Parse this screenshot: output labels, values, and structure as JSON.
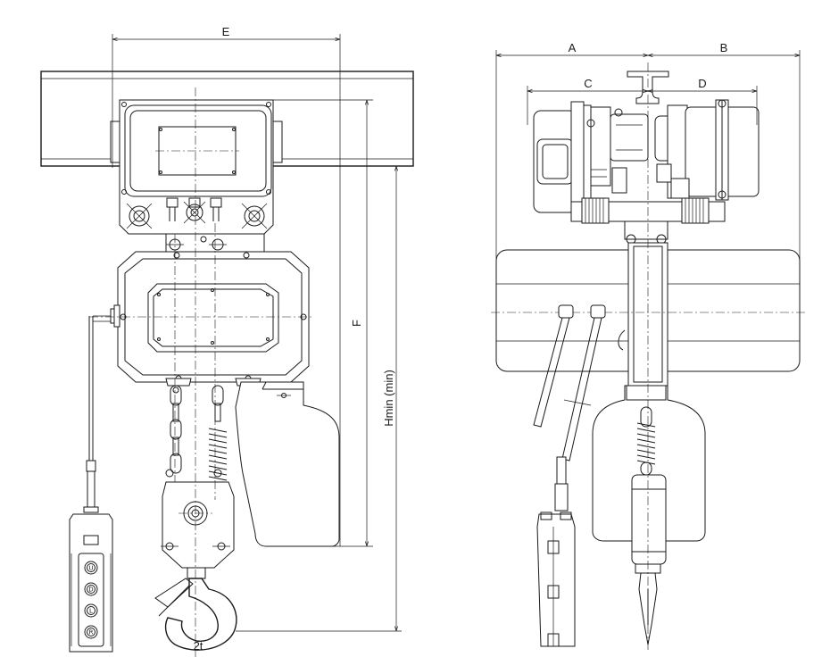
{
  "dimensions": {
    "E": "E",
    "F": "F",
    "Hmin": "Hmin (min)",
    "A": "A",
    "B": "B",
    "C": "C",
    "D": "D"
  },
  "hook_capacity": "2t",
  "pendant_buttons": [
    "U",
    "D",
    "L",
    "R"
  ]
}
